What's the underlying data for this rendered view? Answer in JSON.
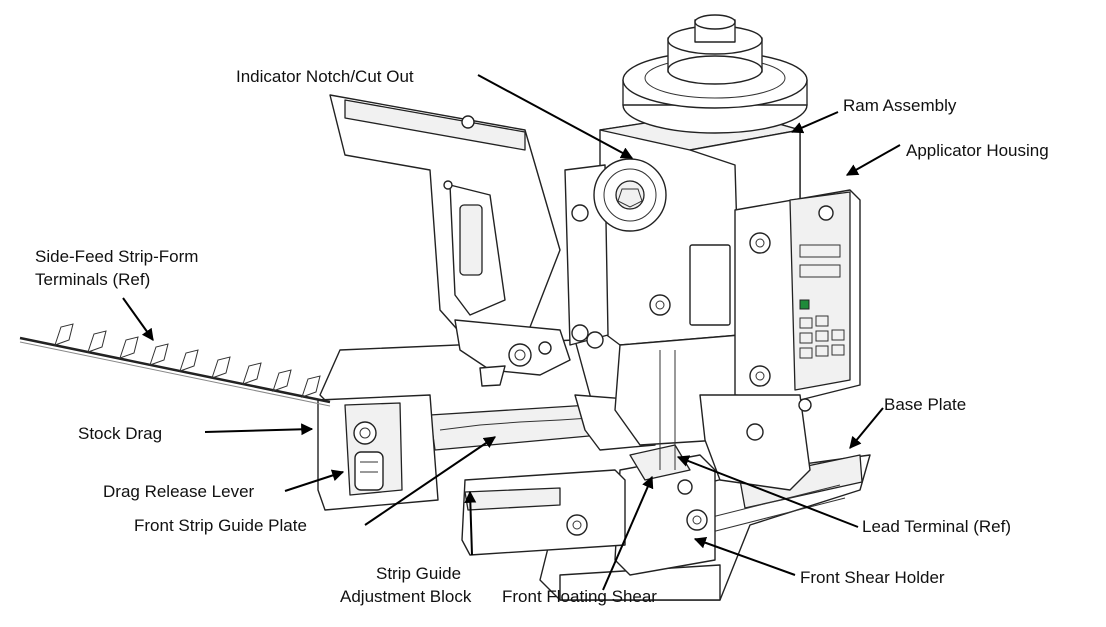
{
  "diagram": {
    "colors": {
      "ink": "#111111",
      "line": "#000000",
      "outline": "#222222",
      "shade": "#f1f1f1",
      "background": "#ffffff"
    },
    "labels": {
      "indicator_notch": "Indicator Notch/Cut Out",
      "ram_assembly": "Ram Assembly",
      "applicator_housing": "Applicator Housing",
      "side_feed_line1": "Side-Feed Strip-Form",
      "side_feed_line2": "Terminals (Ref)",
      "stock_drag": "Stock Drag",
      "drag_release_lever": "Drag Release Lever",
      "front_strip_guide_plate": "Front Strip Guide Plate",
      "strip_guide_line1": "Strip Guide",
      "strip_guide_line2": "Adjustment Block",
      "front_floating_shear": "Front Floating Shear",
      "front_shear_holder": "Front Shear Holder",
      "lead_terminal": "Lead Terminal (Ref)",
      "base_plate": "Base Plate"
    }
  }
}
